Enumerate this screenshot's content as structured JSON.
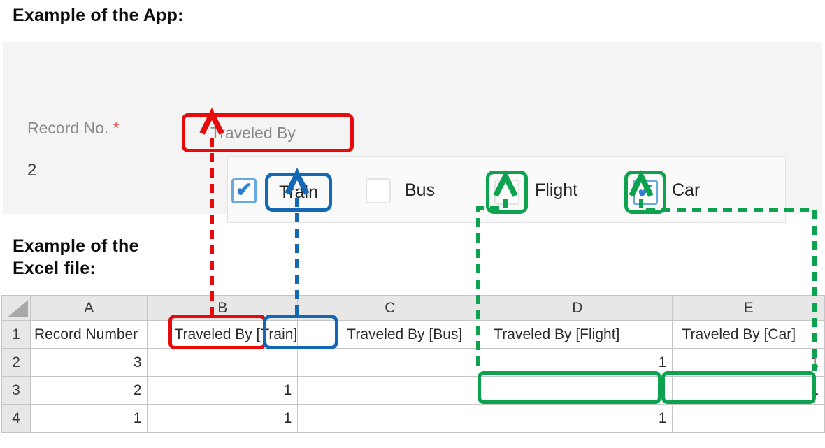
{
  "titles": {
    "app": "Example of the App:",
    "excel_line1": "Example of the",
    "excel_line2": "Excel file:"
  },
  "app": {
    "record_label": "Record No.",
    "required_mark": "*",
    "record_value": "2",
    "field_label": "Traveled By",
    "checkboxes": [
      {
        "label": "Train",
        "checked": true,
        "annotation": "blue-box-around-label"
      },
      {
        "label": "Bus",
        "checked": false,
        "annotation": null
      },
      {
        "label": "Flight",
        "checked": false,
        "annotation": "green-box-around-checkbox"
      },
      {
        "label": "Car",
        "checked": true,
        "annotation": "green-box-around-checkbox"
      }
    ]
  },
  "spreadsheet": {
    "column_headers": [
      "A",
      "B",
      "C",
      "D",
      "E"
    ],
    "row_headers": [
      "1",
      "2",
      "3",
      "4"
    ],
    "rows": [
      [
        "Record Number",
        "Traveled By [Train]",
        "Traveled By [Bus]",
        "Traveled By [Flight]",
        "Traveled By [Car]"
      ],
      [
        "3",
        "",
        "",
        "1",
        "1"
      ],
      [
        "2",
        "1",
        "",
        "",
        "1"
      ],
      [
        "1",
        "1",
        "",
        "1",
        ""
      ]
    ],
    "annotated_cells": {
      "red_box": "B1 \"Traveled By\"",
      "blue_box": "B1 \"[Train]\"",
      "green_boxes": [
        "D3",
        "E3"
      ]
    }
  },
  "icons": {
    "checkmark": "✔"
  },
  "colors": {
    "annotation_red": "#e60a0a",
    "annotation_blue": "#1268b5",
    "annotation_green": "#0ca24e",
    "checkbox_check_blue": "#2e7fcd",
    "checkbox_border_blue": "#66abdf",
    "panel_background": "#f4f4f4",
    "header_background": "#e7e7e7"
  }
}
